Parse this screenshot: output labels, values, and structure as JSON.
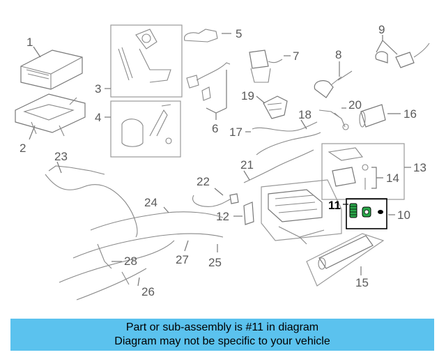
{
  "diagram": {
    "callouts": [
      "1",
      "2",
      "3",
      "4",
      "5",
      "6",
      "7",
      "8",
      "9",
      "10",
      "11",
      "12",
      "13",
      "14",
      "15",
      "16",
      "17",
      "18",
      "19",
      "20",
      "21",
      "22",
      "23",
      "24",
      "25",
      "26",
      "27",
      "28"
    ],
    "highlighted_callout": "11",
    "highlight_color": "#2aa84a"
  },
  "banner": {
    "line1": "Part or sub-assembly is #11 in diagram",
    "line2": "Diagram may not be specific to your vehicle",
    "background": "#5bc2ee"
  }
}
